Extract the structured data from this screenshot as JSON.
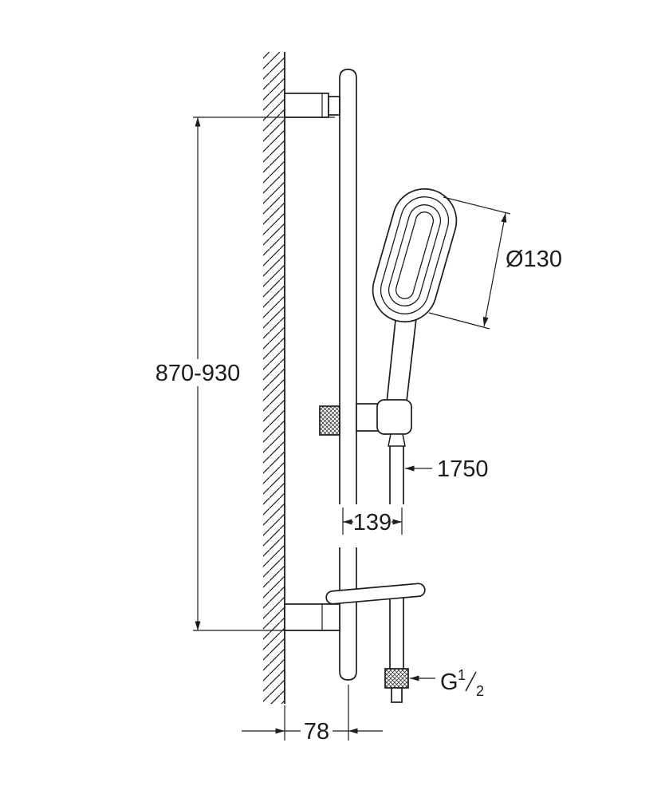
{
  "page": {
    "background": "#ffffff",
    "line_color": "#1c1c1c"
  },
  "diagram": {
    "type": "technical-drawing",
    "subject": "Shower rail set with hand shower and hose, side elevation with dimensions",
    "units": "mm",
    "labels": {
      "rail_height": "870-930",
      "head_diameter": "Ø130",
      "hose_length": "1750",
      "rail_to_hose_offset": "139",
      "wall_to_rail": "78",
      "thread": {
        "prefix": "G",
        "numerator": "1",
        "denominator": "2"
      }
    }
  }
}
